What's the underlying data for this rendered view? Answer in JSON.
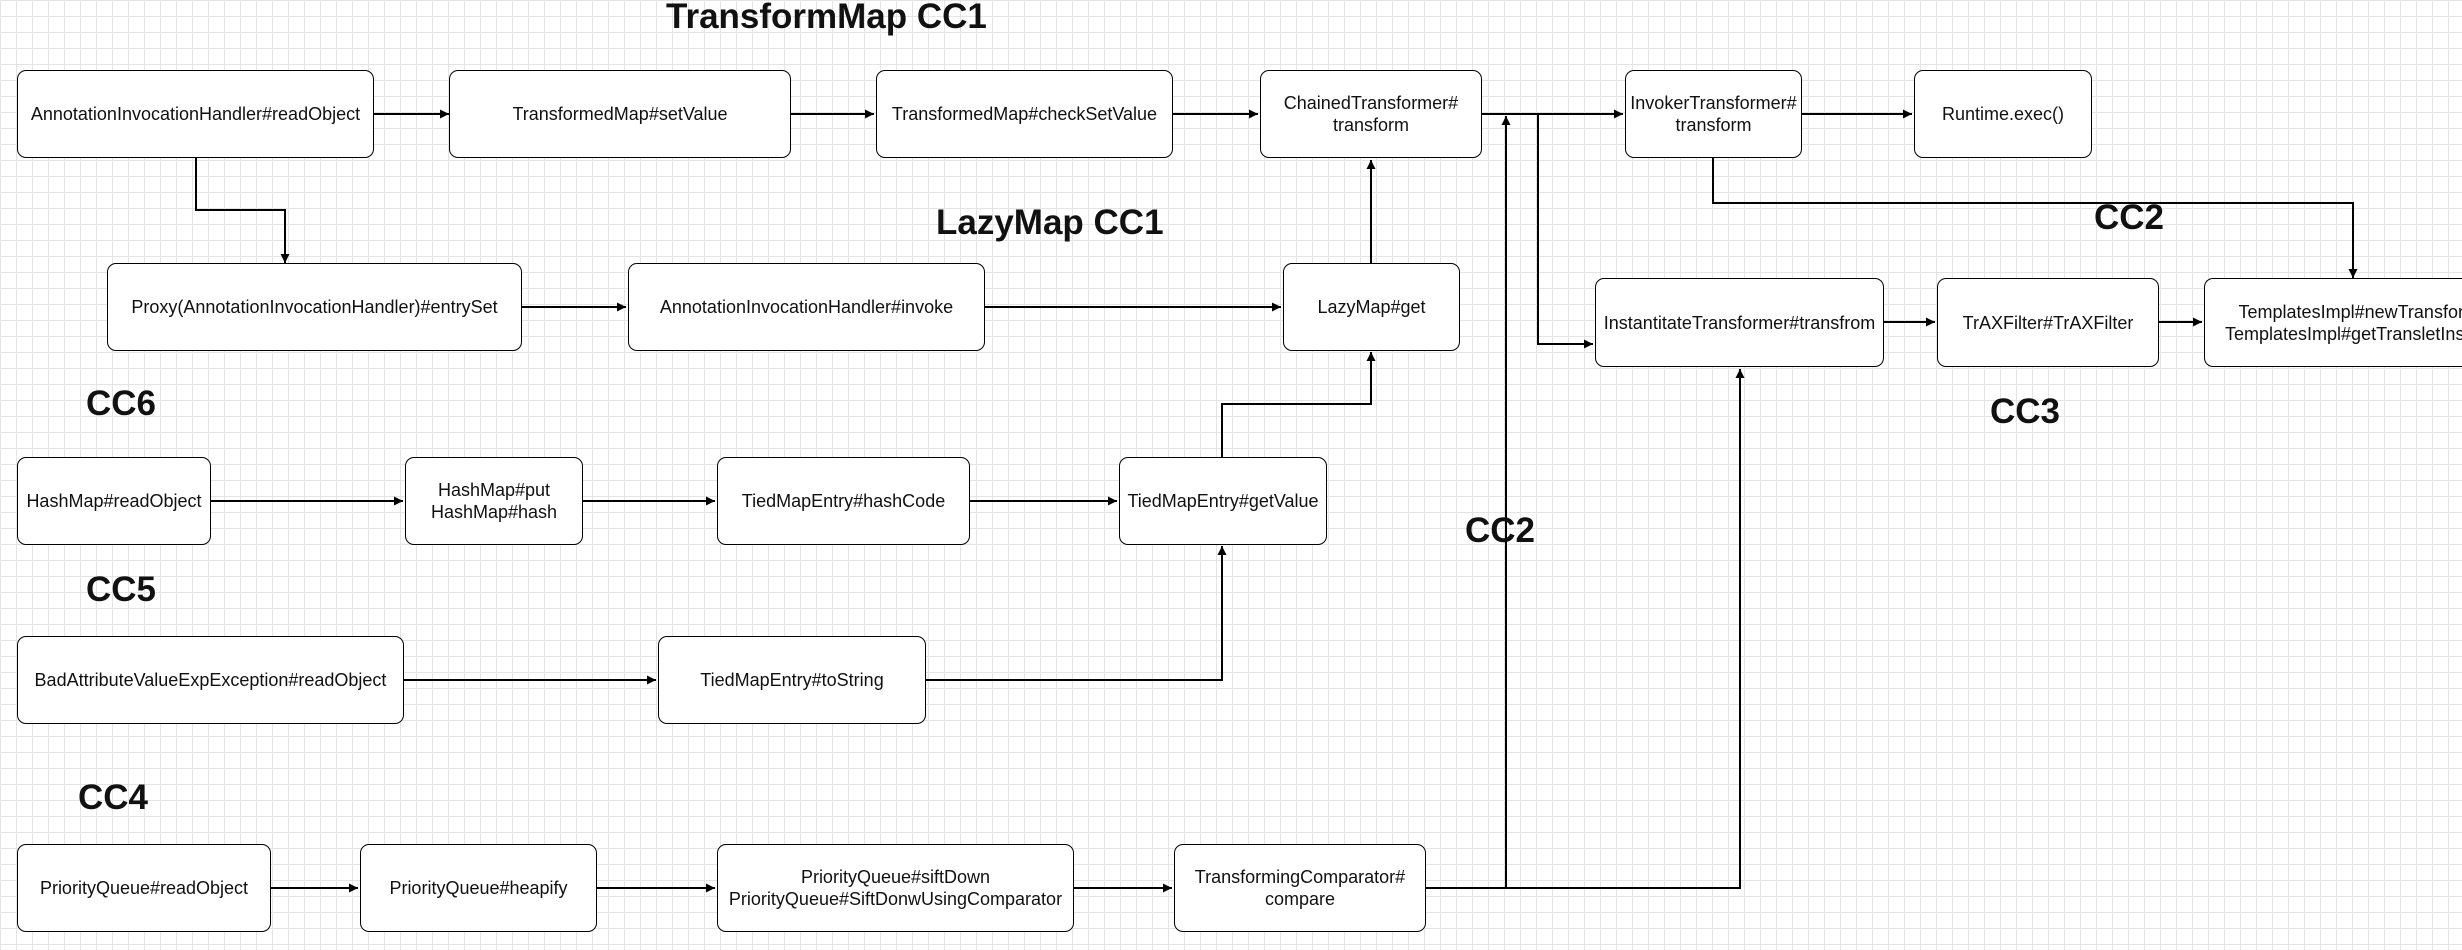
{
  "section_labels": {
    "transformmap_cc1": "TransformMap CC1",
    "lazymap_cc1": "LazyMap CC1",
    "cc2_top": "CC2",
    "cc6": "CC6",
    "cc3": "CC3",
    "cc2_mid": "CC2",
    "cc5": "CC5",
    "cc4": "CC4"
  },
  "nodes": {
    "annotation_readobject": "AnnotationInvocationHandler#readObject",
    "transformedmap_setvalue": "TransformedMap#setValue",
    "transformedmap_checksetvalue": "TransformedMap#checkSetValue",
    "chainedtransformer_transform": "ChainedTransformer#\ntransform",
    "invokertransformer_transform": "InvokerTransformer#\ntransform",
    "runtime_exec": "Runtime.exec()",
    "proxy_entryset": "Proxy(AnnotationInvocationHandler)#entrySet",
    "annotation_invoke": "AnnotationInvocationHandler#invoke",
    "lazymap_get": "LazyMap#get",
    "instantiatetransformer_transfrom": "InstantitateTransformer#transfrom",
    "traxfilter": "TrAXFilter#TrAXFilter",
    "templatesimpl": "TemplatesImpl#newTransformer\nTemplatesImpl#getTransletInstance",
    "hashmap_readobject": "HashMap#readObject",
    "hashmap_put_hash": "HashMap#put\nHashMap#hash",
    "tiedmapentry_hashcode": "TiedMapEntry#hashCode",
    "tiedmapentry_getvalue": "TiedMapEntry#getValue",
    "badattribute_readobject": "BadAttributeValueExpException#readObject",
    "tiedmapentry_tostring": "TiedMapEntry#toString",
    "priorityqueue_readobject": "PriorityQueue#readObject",
    "priorityqueue_heapify": "PriorityQueue#heapify",
    "priorityqueue_siftdown": "PriorityQueue#siftDown\nPriorityQueue#SiftDonwUsingComparator",
    "transformingcomparator_compare": "TransformingComparator#\ncompare"
  }
}
